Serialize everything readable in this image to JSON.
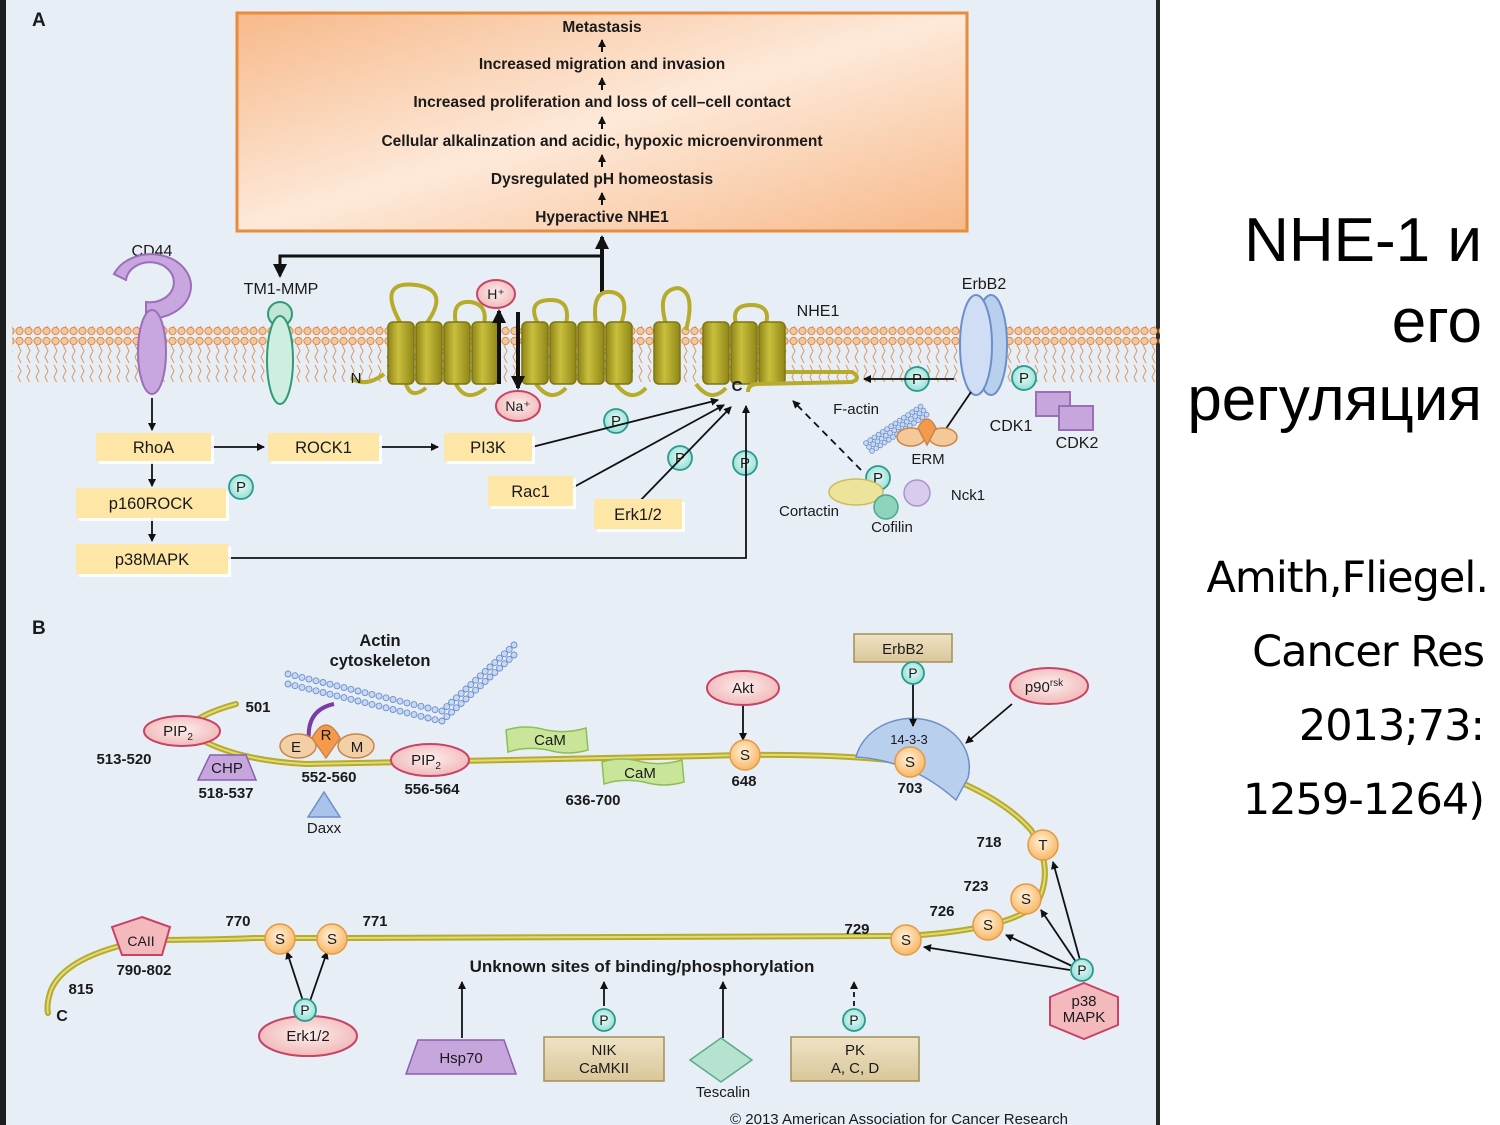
{
  "slide": {
    "title_lines": [
      "NHE-1  и",
      "его",
      "регуляция"
    ],
    "citation_lines": [
      "Amith,Fliegel.",
      "Cancer Res",
      "2013;73:",
      "1259-1264)"
    ]
  },
  "panel_a": {
    "label": "A",
    "cascade": [
      "Metastasis",
      "Increased migration and invasion",
      "Increased proliferation and loss of cell–cell contact",
      "Cellular alkalinzation and acidic, hypoxic microenvironment",
      "Dysregulated pH homeostasis",
      "Hyperactive NHE1"
    ],
    "membrane_proteins": {
      "cd44": "CD44",
      "tm1_mmp": "TM1-MMP",
      "nhe1": "NHE1",
      "erbb2": "ErbB2"
    },
    "ions": {
      "h": "H⁺",
      "na": "Na⁺"
    },
    "termini": {
      "n": "N",
      "c": "C"
    },
    "kinase_boxes": {
      "rhoa": "RhoA",
      "rock1": "ROCK1",
      "pi3k": "PI3K",
      "p160rock": "p160ROCK",
      "p38mapk": "p38MAPK",
      "rac1": "Rac1",
      "erk12": "Erk1/2"
    },
    "phospho": "P",
    "other": {
      "f_actin": "F-actin",
      "erm": "ERM",
      "cdk1": "CDK1",
      "cdk2": "CDK2",
      "cortactin": "Cortactin",
      "cofilin": "Cofilin",
      "nck1": "Nck1"
    }
  },
  "panel_b": {
    "label": "B",
    "actin_label_1": "Actin",
    "actin_label_2": "cytoskeleton",
    "binders": {
      "pip2_a": "PIP",
      "pip2_b": "PIP",
      "pip2_sub": "2",
      "chp": "CHP",
      "erm_e": "E",
      "erm_r": "R",
      "erm_m": "M",
      "daxx": "Daxx",
      "cam_a": "CaM",
      "cam_b": "CaM",
      "akt": "Akt",
      "erbb2": "ErbB2",
      "p90": "p90",
      "p90_sup": "rsk",
      "fourteen33": "14-3-3",
      "caii": "CAII",
      "erk12": "Erk1/2",
      "hsp70": "Hsp70",
      "nik_1": "NIK",
      "nik_2": "CaMKII",
      "tescalin": "Tescalin",
      "pk_1": "PK",
      "pk_2": "A, C, D",
      "p38_1": "p38",
      "p38_2": "MAPK"
    },
    "residues": {
      "r501": "501",
      "r513": "513-520",
      "r518": "518-537",
      "r552": "552-560",
      "r556": "556-564",
      "r636": "636-700",
      "r648": "648",
      "r703": "703",
      "r718": "718",
      "r723": "723",
      "r726": "726",
      "r729": "729",
      "r770": "770",
      "r771": "771",
      "r790": "790-802",
      "r815": "815",
      "c_term": "C"
    },
    "site_letters": {
      "s": "S",
      "t": "T"
    },
    "unknown_sites": "Unknown sites of binding/phosphorylation",
    "copyright": "© 2013 American Association for Cancer Research"
  },
  "colors": {
    "panel_bg": "#e8eef6",
    "cascade_box": "#f9c89b",
    "cascade_border": "#e98a3c",
    "kinase_box": "#fde6a6",
    "phospho": "#9fe3dc",
    "nhe1": "#b6ab2a",
    "membrane": "#e9a86b",
    "site": "#fbc47e",
    "pink_node": "#f6c3c3",
    "purple_node": "#c7a6dd"
  }
}
